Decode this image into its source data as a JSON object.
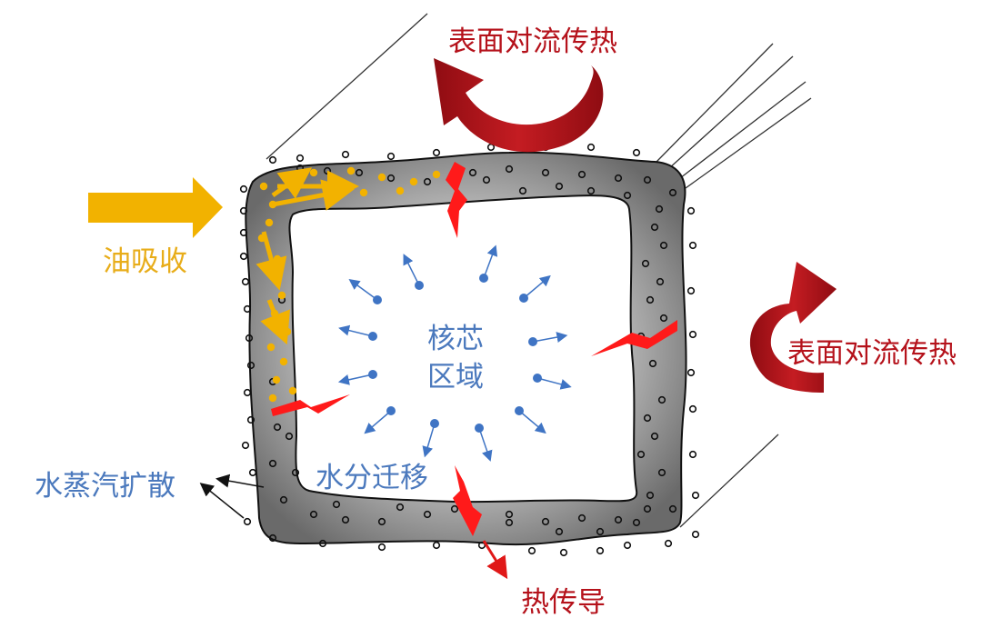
{
  "labels": {
    "convection_top": "表面对流传热",
    "convection_right": "表面对流传热",
    "oil_absorption": "油吸收",
    "core_line1": "核芯",
    "core_line2": "区域",
    "moisture_migration": "水分迁移",
    "vapor_diffusion": "水蒸汽扩散",
    "heat_conduction": "热传导"
  },
  "colors": {
    "convection": "#a40f16",
    "oil": "#f2b200",
    "water": "#3f74c4",
    "heat": "#ff1a1a",
    "crust": "#7d7d7d"
  }
}
